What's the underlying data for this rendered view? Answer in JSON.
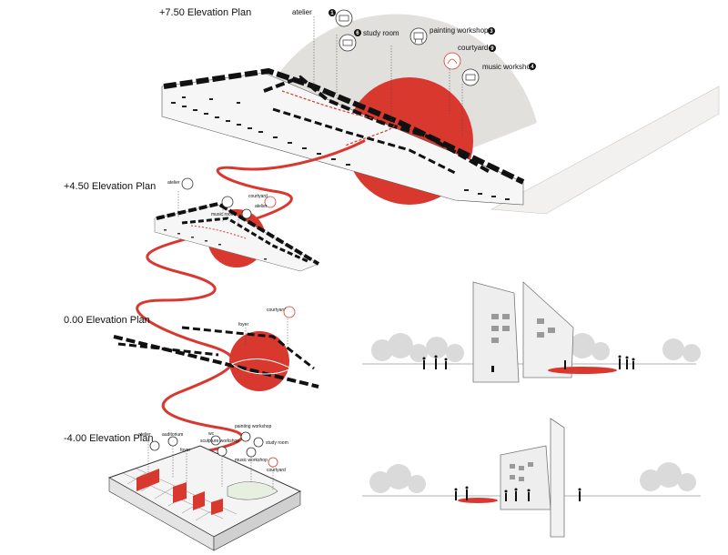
{
  "plans": {
    "p750": {
      "title": "+7.50 Elevation Plan"
    },
    "p450": {
      "title": "+4.50 Elevation Plan"
    },
    "p000": {
      "title": "0.00 Elevation Plan"
    },
    "m400": {
      "title": "-4.00 Elevation Plan"
    }
  },
  "top_labels": {
    "atelier": {
      "text": "atelier",
      "num": "1"
    },
    "study_room": {
      "text": "study room",
      "num": "6"
    },
    "painting": {
      "text": "painting workshop",
      "num": "3"
    },
    "courtyard": {
      "text": "courtyard",
      "num": "9"
    },
    "music": {
      "text": "music workshop",
      "num": "4"
    }
  },
  "mid_labels": {
    "atelier": "atelier",
    "courtyard": "courtyard",
    "music_room": "music room",
    "atelier2": "atelier"
  },
  "ground_labels": {
    "foyer": "foyer",
    "courtyard": "courtyard"
  },
  "basement_labels": {
    "atelier": "atelier",
    "auditorium": "auditorium",
    "foyer": "foyer",
    "sculpture": "sculpture workshop",
    "wc": "wc",
    "painting": "painting workshop",
    "study": "study room",
    "music": "music workshop",
    "courtyard": "courtyard"
  },
  "colors": {
    "accent": "#d9382f",
    "ink": "#111111",
    "shade": "#d8d6d3"
  }
}
